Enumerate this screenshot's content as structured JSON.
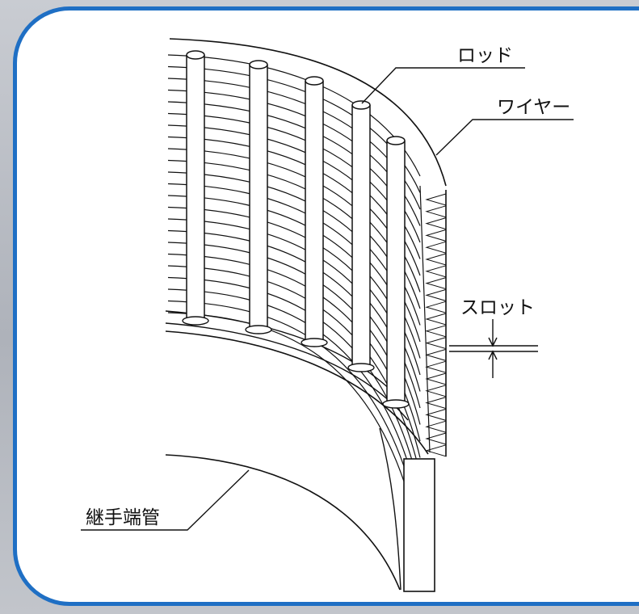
{
  "labels": {
    "rod": "ロッド",
    "wire": "ワイヤー",
    "slot": "スロット",
    "joint_pipe": "継手端管"
  },
  "colors": {
    "frame": "#1f6fc4",
    "line": "#111111",
    "background": "#ffffff"
  }
}
